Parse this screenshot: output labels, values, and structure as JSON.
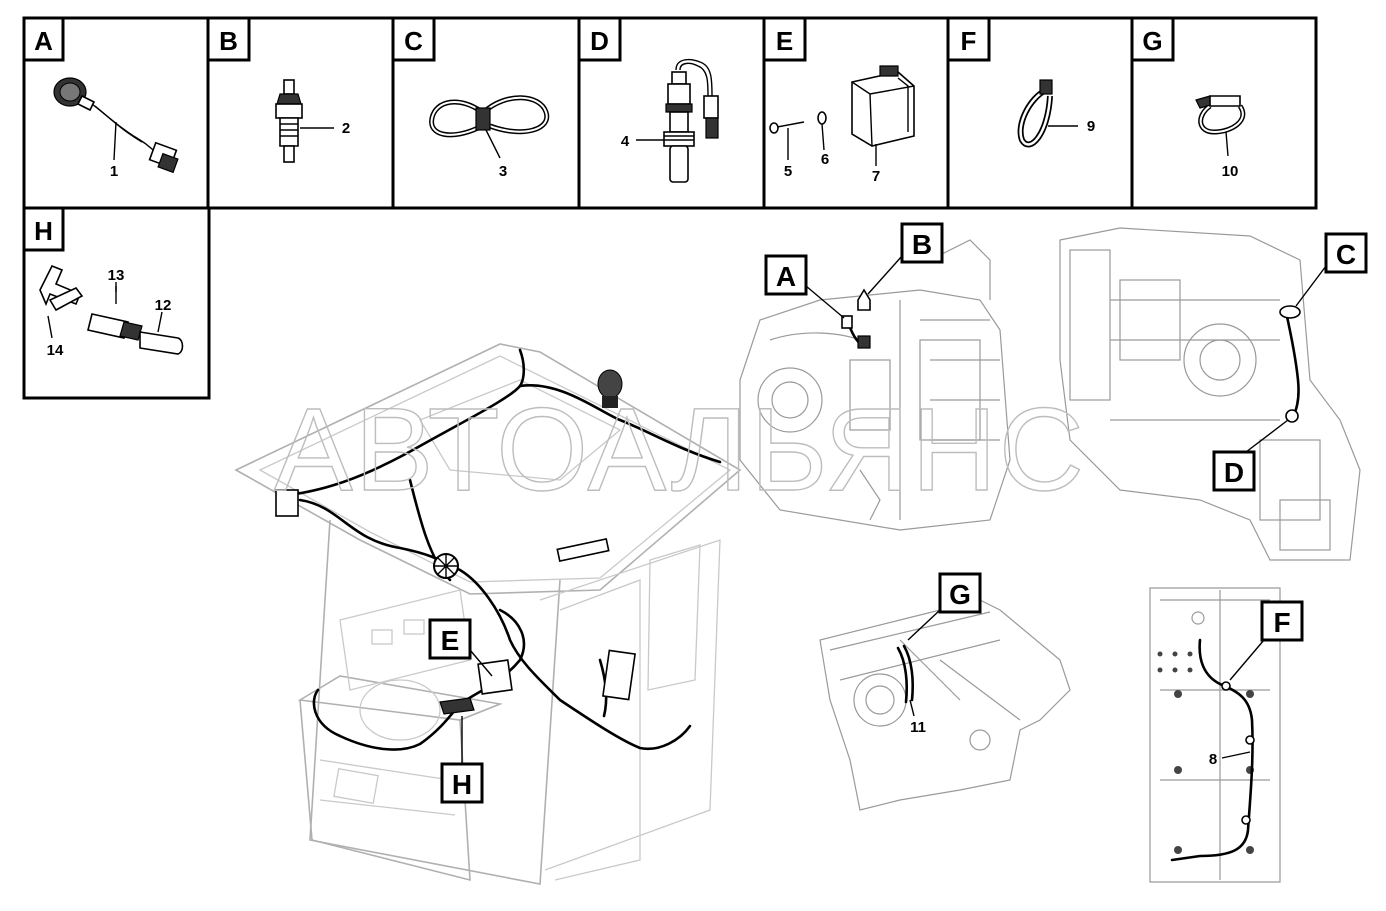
{
  "watermark": "АВТОАЛЬЯНС",
  "parts_panels": [
    {
      "letter": "A",
      "items": [
        {
          "number": "1"
        }
      ],
      "icon": "speed-sensor-icon"
    },
    {
      "letter": "B",
      "items": [
        {
          "number": "2"
        }
      ],
      "icon": "temperature-sender-icon"
    },
    {
      "letter": "C",
      "items": [
        {
          "number": "3"
        }
      ],
      "icon": "double-clamp-icon"
    },
    {
      "letter": "D",
      "items": [
        {
          "number": "4"
        }
      ],
      "icon": "oxygen-sensor-icon"
    },
    {
      "letter": "E",
      "items": [
        {
          "number": "5"
        },
        {
          "number": "6"
        },
        {
          "number": "7"
        }
      ],
      "icon": "control-module-icon"
    },
    {
      "letter": "F",
      "items": [
        {
          "number": "9"
        }
      ],
      "icon": "cable-tie-icon"
    },
    {
      "letter": "G",
      "items": [
        {
          "number": "10"
        }
      ],
      "icon": "tie-mount-icon"
    },
    {
      "letter": "H",
      "items": [
        {
          "number": "13"
        },
        {
          "number": "12"
        },
        {
          "number": "14"
        }
      ],
      "icon": "switch-bracket-icon"
    }
  ],
  "callouts": {
    "cab": [
      {
        "letter": "E"
      },
      {
        "letter": "H"
      }
    ],
    "transmission_left": [
      {
        "letter": "A"
      },
      {
        "letter": "B"
      }
    ],
    "transmission_right": [
      {
        "letter": "C"
      },
      {
        "letter": "D"
      }
    ],
    "frame_g": {
      "letter": "G",
      "number": "11"
    },
    "frame_f": {
      "letter": "F",
      "number": "8"
    }
  }
}
